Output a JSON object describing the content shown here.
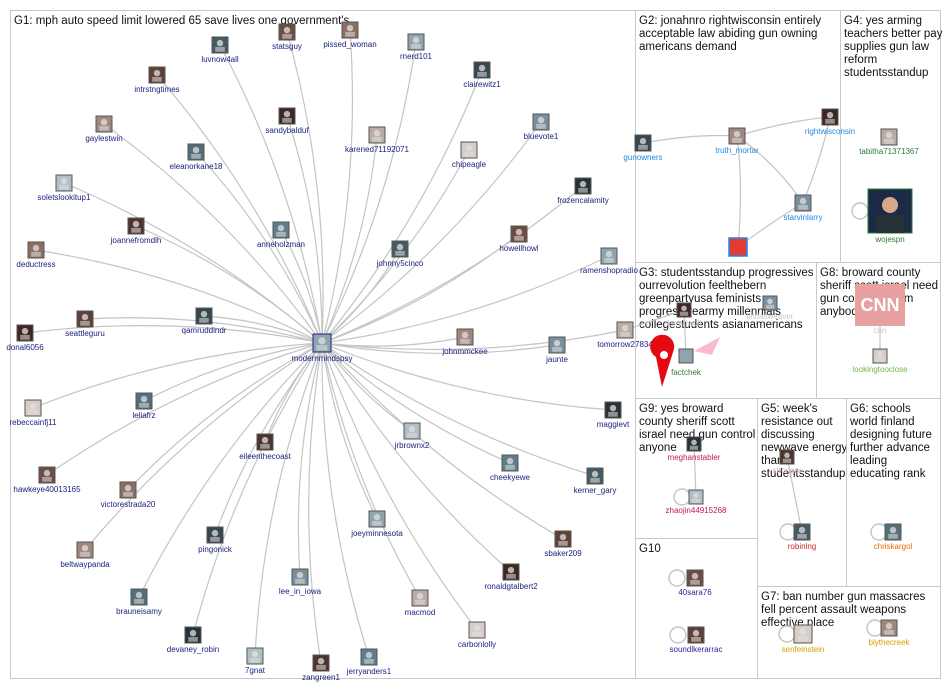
{
  "colors": {
    "panel_border": "#c8c8c8",
    "g1_label": "#1a237e",
    "edge": "#c4c4c4"
  },
  "groups": [
    {
      "id": "G1",
      "title_lines": [
        "G1: mph auto speed limit lowered 65 save lives one government's"
      ],
      "label_color": "#1a237e"
    },
    {
      "id": "G2",
      "title_lines": [
        "G2: jonahnro rightwisconsin entirely",
        "acceptable law abiding gun owning",
        "americans demand"
      ],
      "label_color": "#1e88e5"
    },
    {
      "id": "G3",
      "title_lines": [
        "G3: studentsstandup progressives",
        "ourrevolution feelthebern",
        "greenpartyusa feminists",
        "progressivearmy millennials",
        "collegestudents asianamericans"
      ],
      "label_color": "#2e7d32"
    },
    {
      "id": "G4",
      "title_lines": [
        "G4: yes arming",
        "teachers better pay",
        "supplies gun law",
        "reform",
        "studentsstandup"
      ],
      "label_color": "#2e7d32"
    },
    {
      "id": "G5",
      "title_lines": [
        "G5: week's",
        "resistance out",
        "discussing",
        "newwave energy",
        "thanks",
        "studentsstandup"
      ],
      "label_color": "#c62828"
    },
    {
      "id": "G6",
      "title_lines": [
        "G6: schools",
        "world finland",
        "designing future",
        "further advance",
        "leading",
        "educating rank"
      ],
      "label_color": "#ef6c00"
    },
    {
      "id": "G7",
      "title_lines": [
        "G7: ban number gun massacres",
        "fell percent assault weapons",
        "effective place"
      ],
      "label_color": "#d4a000"
    },
    {
      "id": "G8",
      "title_lines": [
        "G8: broward county",
        "sheriff scott israel need",
        "gun control reform",
        "anybody"
      ],
      "label_color": "#7cb342"
    },
    {
      "id": "G9",
      "title_lines": [
        "G9: yes broward",
        "county sheriff scott",
        "israel need gun control",
        "anyone"
      ],
      "label_color": "#c2185b"
    },
    {
      "id": "G10",
      "title_lines": [
        "G10"
      ],
      "label_color": "#311b92"
    }
  ],
  "hub": {
    "label": "modernmindspsy"
  },
  "g1_nodes": [
    "statsguy",
    "pissed_woman",
    "luvnow4all",
    "rnerd101",
    "intrstngtimes",
    "clairewitz1",
    "gaylestwin",
    "sandybalduf",
    "bluevote1",
    "karened71192071",
    "eleanorkane18",
    "chipeagle",
    "frozencalamity",
    "soletslookitup1",
    "joannefromdlh",
    "anneholzman",
    "howellhowl",
    "deductress",
    "johnny5cinco",
    "ramenshopradio",
    "seattleguru",
    "qamruddindr",
    "johnmmckee",
    "donal6056",
    "jaunte",
    "tomorrow27834",
    "leliafrz",
    "rebeccainfj11",
    "maggievt",
    "jrbrownx2",
    "eileenthecoast",
    "cheekyewe",
    "hawkeye40013165",
    "victorestrada20",
    "kerner_gary",
    "joeyminnesota",
    "sbaker209",
    "pingonick",
    "beltwaypanda",
    "ronaldgtalbert2",
    "lee_in_iowa",
    "macmod",
    "brauneisamy",
    "carbonlolly",
    "devaney_robin",
    "7gnat",
    "zangreen1",
    "jerryanders1"
  ],
  "g2_nodes": [
    "gunowners",
    "truth_mortar",
    "rightwisconsin",
    "starvinlarry"
  ],
  "g3_nodes": [
    "ferrariwolf",
    "lindasweaver",
    "factchek"
  ],
  "g4_nodes": [
    "tabitha71371367",
    "wojespn"
  ],
  "g5_nodes": [
    "robinlng",
    "stronger"
  ],
  "g6_nodes": [
    "chriskargol"
  ],
  "g7_nodes": [
    "senfeinstein",
    "blythecreek"
  ],
  "g8_nodes": [
    "cnn",
    "lookingtooclose"
  ],
  "g9_nodes": [
    "meghanstabler",
    "zhaojin44915268"
  ],
  "g10_nodes": [
    "40sara76",
    "soundlkerarrac"
  ]
}
